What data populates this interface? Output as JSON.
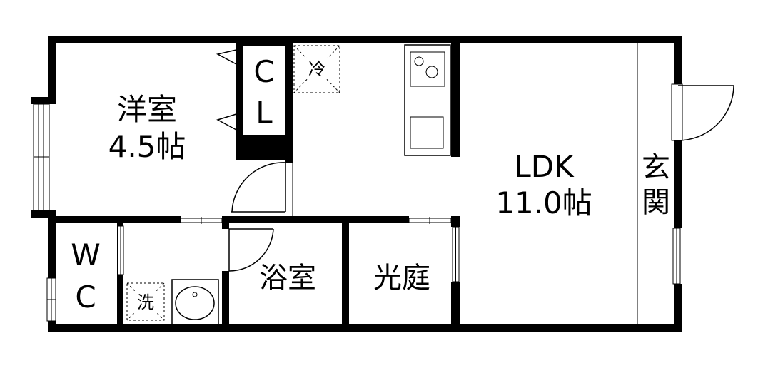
{
  "rooms": {
    "western_room": {
      "name": "洋室",
      "size": "4.5帖"
    },
    "closet": {
      "line1": "C",
      "line2": "L"
    },
    "ldk": {
      "name": "LDK",
      "size": "11.0帖"
    },
    "entrance": {
      "line1": "玄",
      "line2": "関"
    },
    "wc": {
      "line1": "W",
      "line2": "C"
    },
    "bath": {
      "name": "浴室"
    },
    "light_court": {
      "name": "光庭"
    }
  },
  "fixtures": {
    "fridge_label": "冷",
    "washer_label": "洗"
  },
  "colors": {
    "wall": "#000000",
    "background": "#ffffff"
  }
}
